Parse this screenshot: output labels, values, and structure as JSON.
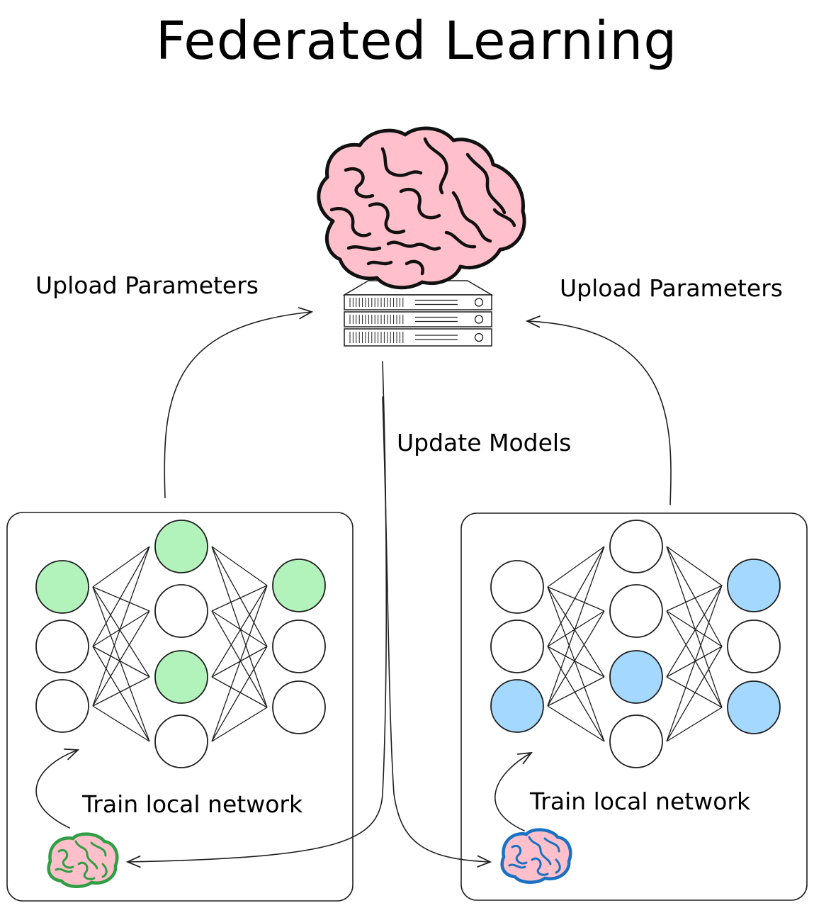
{
  "title": "Federated Learning",
  "labels": {
    "upload_left": "Upload Parameters",
    "upload_right": "Upload Parameters",
    "update": "Update Models",
    "train_left": "Train local network",
    "train_right": "Train local network"
  },
  "colors": {
    "stroke": "#1e1e1e",
    "brain_fill": "#ffc0cb",
    "left_active": "#b2f2bb",
    "left_brain_outline": "#2f9e44",
    "right_active": "#a5d8ff",
    "right_brain_outline": "#1971c2",
    "inactive": "#ffffff"
  },
  "icons": [
    "brain-icon",
    "server-icon"
  ],
  "left_network": {
    "layers": [
      [
        true,
        false,
        false
      ],
      [
        true,
        false,
        true,
        false
      ],
      [
        true,
        false,
        false
      ]
    ]
  },
  "right_network": {
    "layers": [
      [
        false,
        false,
        true
      ],
      [
        false,
        false,
        true,
        false
      ],
      [
        true,
        false,
        true
      ]
    ]
  }
}
